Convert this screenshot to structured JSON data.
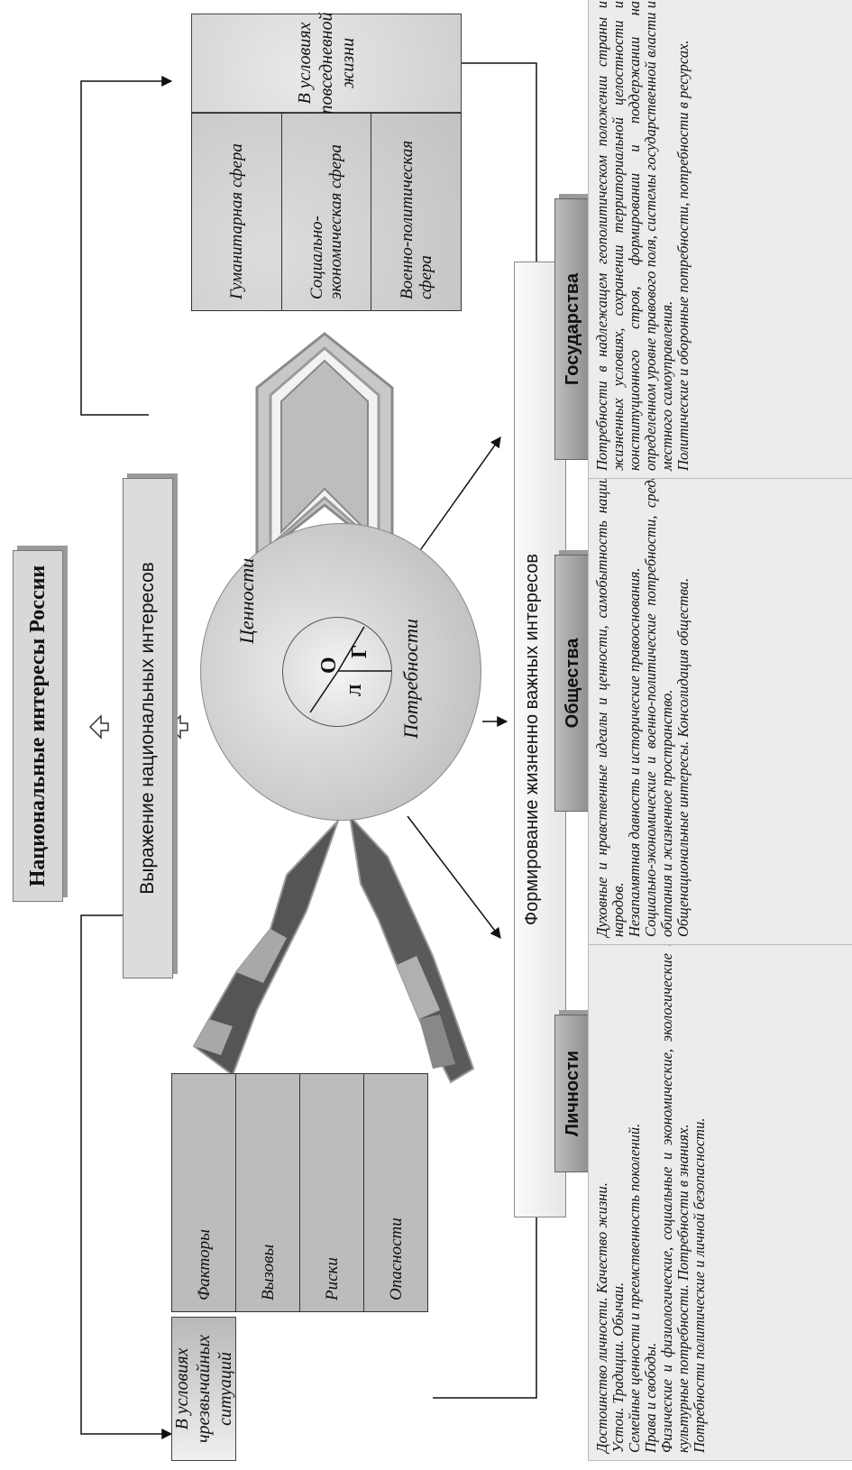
{
  "title": "Национальные интересы России",
  "expression": "Выражение национальных интересов",
  "formation": "Формирование жизненно важных интересов",
  "core": {
    "values_label": "Ценности",
    "needs_label": "Потребности",
    "letters": [
      "О",
      "Л",
      "Г"
    ]
  },
  "emergency": {
    "label": "В условиях чрезвычайных ситуаций",
    "threats": [
      "Факторы",
      "Вызовы",
      "Риски",
      "Опасности"
    ]
  },
  "everyday": {
    "label": "В условиях повседневной жизни",
    "spheres": [
      "Гуманитарная сфера",
      "Социально-экономическая сфера",
      "Военно-политическая сфера"
    ]
  },
  "subjects": [
    {
      "label": "Личности",
      "items": [
        "Достоинство личности. Качество жизни.",
        "Устои. Традиции. Обычаи.",
        "Семейные ценности и преемственность поколений.",
        "Права и свободы.",
        "Физические и физиологические, социальные и экономические, экологические и культурные потребности. Потребности в знаниях.",
        "Потребности политические и личной безопасности."
      ]
    },
    {
      "label": "Общества",
      "items": [
        "Духовные и нравственные идеалы и ценности, самобытность нации, народов.",
        "Незапамятная давность и исторические правооснования.",
        "Социально-экономические и военно-политические потребности, среда обитания и жизненное пространство.",
        "Общенациональные интересы. Консолидация общества."
      ]
    },
    {
      "label": "Государства",
      "items": [
        "Потребности в надлежащем геополитическом положении страны и жизненных условиях, сохранении территориальной целостности и конституционного строя, формировании и поддержании на определенном уровне правового поля, системы государственной власти и местного самоуправления.",
        "Политические и оборонные потребности, потребности в ресурсах."
      ]
    }
  ]
}
